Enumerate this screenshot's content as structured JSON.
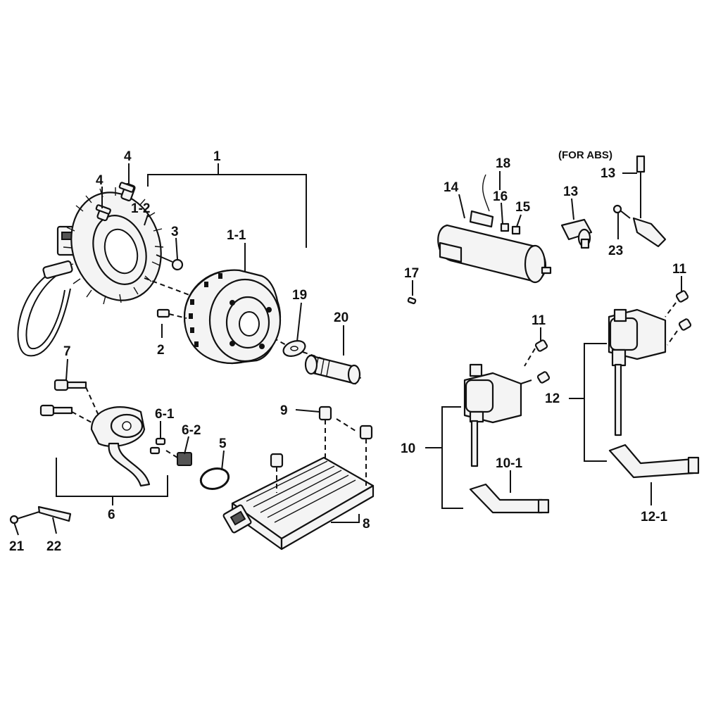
{
  "diagram": {
    "labels": {
      "l1": "1",
      "l1_1": "1-1",
      "l1_2": "1-2",
      "l2": "2",
      "l3": "3",
      "l4a": "4",
      "l4b": "4",
      "l5": "5",
      "l6": "6",
      "l6_1": "6-1",
      "l6_2": "6-2",
      "l7": "7",
      "l8": "8",
      "l9": "9",
      "l10": "10",
      "l10_1": "10-1",
      "l11a": "11",
      "l11b": "11",
      "l12": "12",
      "l12_1": "12-1",
      "l13a": "13",
      "l13b": "13",
      "l14": "14",
      "l15": "15",
      "l16": "16",
      "l17": "17",
      "l18": "18",
      "l19": "19",
      "l20": "20",
      "l21": "21",
      "l22": "22",
      "l23": "23",
      "for_abs": "(FOR ABS)"
    }
  }
}
